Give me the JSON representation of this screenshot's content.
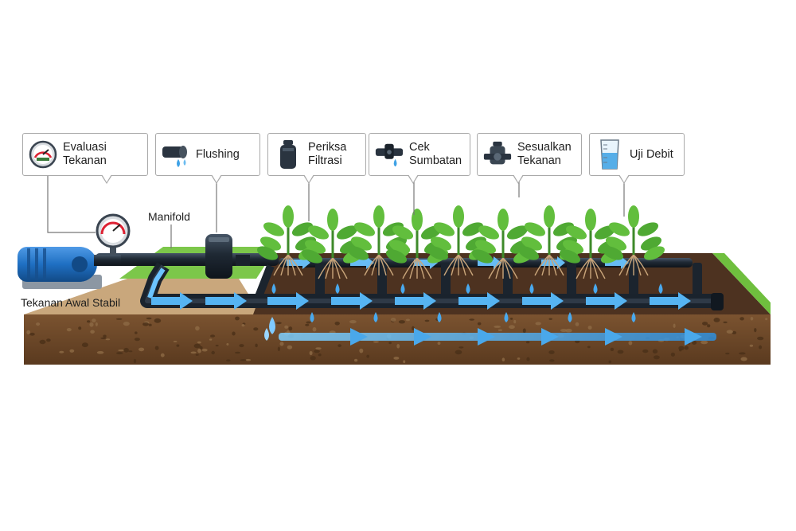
{
  "callouts": [
    {
      "label": "Evaluasi Tekanan",
      "icon": "pressure-gauge-icon"
    },
    {
      "label": "Flushing",
      "icon": "pipe-flush-icon"
    },
    {
      "label": "Periksa\nFiltrasi",
      "icon": "filter-canister-icon"
    },
    {
      "label": "Cek\nSumbatan",
      "icon": "valve-drip-icon"
    },
    {
      "label": "Sesualkan\nTekanan",
      "icon": "pressure-regulator-icon"
    },
    {
      "label": "Uji Debit",
      "icon": "measuring-beaker-icon"
    }
  ],
  "labels": {
    "manifold": "Manifold",
    "initial_pressure": "Tekanan Awal Stabil"
  },
  "colors": {
    "pipe": "#1d2733",
    "water": "#3fa2e6",
    "grass": "#6cbf3a",
    "soil": "#6a4526",
    "pump": "#1f6fc2"
  }
}
